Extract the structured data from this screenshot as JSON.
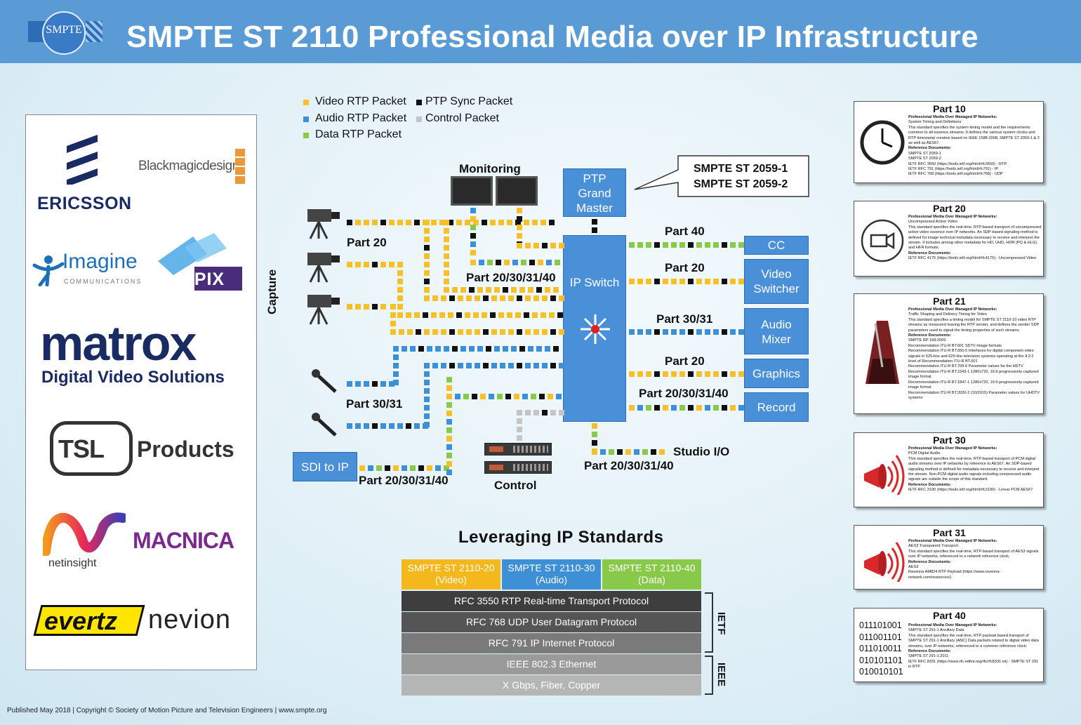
{
  "header": {
    "title": "SMPTE ST 2110 Professional Media over IP Infrastructure",
    "logo_text": "SMPTE"
  },
  "legend": [
    {
      "label": "Video RTP Packet",
      "color": "#f6c02a"
    },
    {
      "label": "PTP Sync Packet",
      "color": "#111111"
    },
    {
      "label": "Audio RTP Packet",
      "color": "#3d8fd6"
    },
    {
      "label": "Control Packet",
      "color": "#c5c5c5"
    },
    {
      "label": "Data RTP Packet",
      "color": "#89c94a"
    }
  ],
  "sponsors": {
    "ericsson": "ERICSSON",
    "blackmagic": "Blackmagicdesign",
    "imagine": "Imagine",
    "imagine_sub": "COMMUNICATIONS",
    "intopix": "intoPIX",
    "matrox": "matrox",
    "matrox_sub": "Digital Video Solutions",
    "tsl": "TSL",
    "tsl_products": "Products",
    "netinsight": "netinsight",
    "macnica": "MACNICA",
    "evertz": "evertz",
    "nevion": "nevion"
  },
  "diagram": {
    "monitoring": "Monitoring",
    "capture": "Capture",
    "ptp_box": "PTP Grand Master",
    "callout_line1": "SMPTE ST 2059-1",
    "callout_line2": "SMPTE ST 2059-2",
    "ip_switch": "IP Switch",
    "sdi_to_ip": "SDI to IP",
    "control": "Control",
    "studio_io": "Studio I/O",
    "lbl_part20_cam": "Part 20",
    "lbl_part2030_mon": "Part 20/30/31/40",
    "lbl_part3031_mic": "Part 30/31",
    "lbl_part_sdi": "Part 20/30/31/40",
    "lbl_part_studio": "Part 20/30/31/40",
    "lbl_cc": "Part 40",
    "lbl_vs": "Part 20",
    "lbl_am": "Part 30/31",
    "lbl_gr": "Part 20",
    "lbl_rec": "Part 20/30/31/40",
    "out_cc": "CC",
    "out_vs": "Video Switcher",
    "out_am": "Audio Mixer",
    "out_gr": "Graphics",
    "out_rec": "Record"
  },
  "stack": {
    "title": "Leveraging IP Standards",
    "top": [
      {
        "line1": "SMPTE ST 2110-20",
        "line2": "(Video)",
        "color": "#f5b81c"
      },
      {
        "line1": "SMPTE ST 2110-30",
        "line2": "(Audio)",
        "color": "#3d8fd6"
      },
      {
        "line1": "SMPTE ST 2110-40",
        "line2": "(Data)",
        "color": "#89c94a"
      }
    ],
    "rows": [
      {
        "text": "RFC 3550 RTP Real-time Transport Protocol",
        "color": "#3e3e3e"
      },
      {
        "text": "RFC 768 UDP User Datagram Protocol",
        "color": "#555555"
      },
      {
        "text": "RFC 791 IP Internet Protocol",
        "color": "#7a7a7a"
      },
      {
        "text": "IEEE 802.3 Ethernet",
        "color": "#9a9a9a"
      },
      {
        "text": "X Gbps, Fiber, Copper",
        "color": "#b5b5b5"
      }
    ],
    "ietf": "IETF",
    "ieee": "IEEE"
  },
  "cards": [
    {
      "title": "Part 10",
      "heading": "Professional Media Over Managed IP Networks:",
      "subheading": "System Timing and Definitions",
      "body": "This standard specifies the system timing model and the requirements common to all essence streams. It defines the various system clocks and RTP timestamp creation based on IEEE 1588-2008, SMPTE ST 2059-1 & 2 as well as AES67.",
      "refs_label": "Reference Documents:",
      "refs": [
        "SMPTE ST 2059-1",
        "SMPTE ST 2059-2",
        "IETF RFC 3550 (https://tools.ietf.org/html/rfc3550) - RTP",
        "IETF RFC 791 (https://tools.ietf.org/html/rfc791) - IP",
        "IETF RFC 768 (https://tools.ietf.org/html/rfc768) - UDP"
      ],
      "icon": "clock-icon"
    },
    {
      "title": "Part 20",
      "heading": "Professional Media Over Managed IP Networks:",
      "subheading": "Uncompressed Active Video",
      "body": "This standard specifies the real-time, RTP-based transport of uncompressed active video essence over IP networks. An SDP-based signaling method is defined for image technical metadata necessary to receive and interpret the stream. It includes among other metadata for HD, UHD, HDR (PQ & HLG) and HFR formats.",
      "refs_label": "Reference Documents:",
      "refs": [
        "IETF RFC 4175 (https://tools.ietf.org/html/rfc4175) - Uncompressed Video"
      ],
      "icon": "video-camera-icon"
    },
    {
      "title": "Part 21",
      "heading": "Professional Media Over Managed IP Networks:",
      "subheading": "Traffic Shaping and Delivery Timing for Video",
      "body": "This standard specifies a timing model for SMPTE ST 2110-10 video RTP streams as measured leaving the RTP sender, and defines the sender SDP parameters used to signal the timing properties of such streams.",
      "refs_label": "Reference Documents:",
      "refs": [
        "SMPTE RP 168:2009",
        "Recommendation ITU-R BT.601 SDTV Image formats",
        "Recommendation ITU-R BT.656-5 Interfaces for digital component video signals in 525-line and 625-line television systems operating at the 4:2:2 level of Recommendation ITU-R BT.601",
        "Recommendation ITU-R BT.709-6 Parameter values for the HDTV",
        "Recommendation ITU-R BT.1543-1 1280x720, 16:9 progressively-captured image format",
        "Recommendation ITU-R BT.1847-1 1280x720, 16:9 progressively-captured image format",
        "Recommendation ITU-R BT.2020-2 (10/2015) Parameter values for UHDTV systems"
      ],
      "icon": "metronome-icon"
    },
    {
      "title": "Part 30",
      "heading": "Professional Media Over Managed IP Networks:",
      "subheading": "PCM Digital Audio",
      "body": "This standard specifies the real-time, RTP-based transport of PCM digital audio streams over IP networks by reference to AES67. An SDP-based signaling method is defined for metadata necessary to receive and interpret the stream. Non-PCM digital audio signals including compressed audio signals are outside the scope of this standard.",
      "refs_label": "Reference Documents:",
      "refs": [
        "IETF RFC 3190 (https://tools.ietf.org/html/rfc3190) - Linear PCM AES67"
      ],
      "icon": "speaker-icon"
    },
    {
      "title": "Part 31",
      "heading": "Professional Media Over Managed IP Networks:",
      "subheading": "AES3 Transparent Transport",
      "body": "This standard specifies the real-time, RTP-based transport of AES3 signals over IP networks, referenced to a network reference clock.",
      "refs_label": "Reference Documents:",
      "refs": [
        "AES3",
        "Ravenna AM824 RTP Payload (https://www.ravenna-network.com/resources/)"
      ],
      "icon": "speaker-icon"
    },
    {
      "title": "Part 40",
      "heading": "Professional Media Over Managed IP Networks:",
      "subheading": "SMPTE ST 291-1 Ancillary Data",
      "body": "This standard specifies the real-time, RTP payload based transport of SMPTE ST 291-1 Ancillary (ANC) Data packets related to digital video data streams, over IP networks, referenced to a common reference clock.",
      "refs_label": "Reference Documents:",
      "refs": [
        "SMPTE ST 291-1:2011",
        "IETF RFC 8331 (https://www.rfc-editor.org/rfc/rfc8331.txt) - SMPTE ST 291 in RTP"
      ],
      "binary": [
        "011101001",
        "011001101",
        "011010011",
        "010101101",
        "010010101"
      ],
      "icon": "binary-icon"
    }
  ],
  "footer": "Published May 2018 | Copyright © Society of Motion Picture and Television Engineers | www.smpte.org"
}
